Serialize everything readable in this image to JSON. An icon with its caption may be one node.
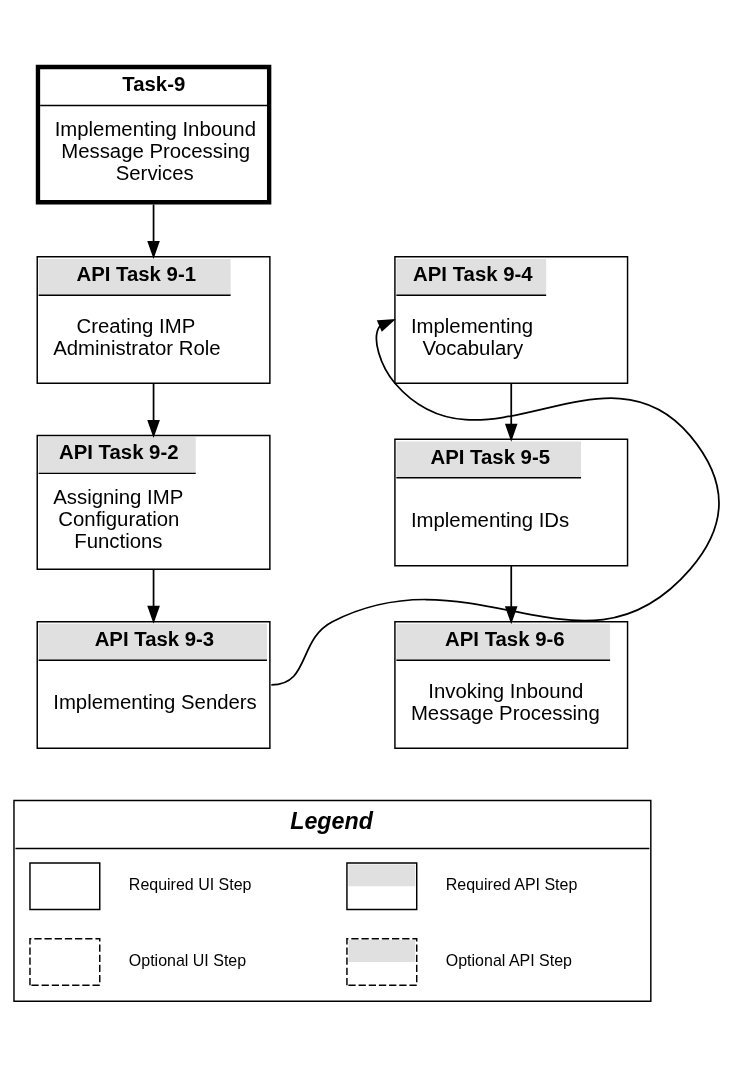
{
  "diagram": {
    "nodes": [
      {
        "text": [
          "Task-9",
          "Implementing Inbound Message Processing Services"
        ]
      },
      {
        "text": [
          "API Task 9-1",
          "Creating IMP Administrator Role"
        ]
      },
      {
        "text": [
          "API Task 9-2",
          "Assigning IMP Configuration Functions"
        ]
      },
      {
        "text": [
          "API Task 9-3",
          "Implementing Senders"
        ]
      },
      {
        "text": [
          "API Task 9-4",
          "Implementing Vocabulary"
        ]
      },
      {
        "text": [
          "API Task 9-5",
          "Implementing IDs"
        ]
      },
      {
        "text": [
          "API Task 9-6",
          "Invoking Inbound Message Processing"
        ]
      }
    ],
    "edges": [
      {
        "from": 0,
        "to": 1,
        "arrow": "to"
      },
      {
        "from": 1,
        "to": 2,
        "arrow": "to"
      },
      {
        "from": 2,
        "to": 3,
        "arrow": "to"
      },
      {
        "from": 3,
        "to": 4,
        "arrow": "to"
      },
      {
        "from": 4,
        "to": 5,
        "arrow": "to"
      },
      {
        "from": 5,
        "to": 6,
        "arrow": "to"
      }
    ],
    "labels": [
      "Legend"
    ],
    "legend": [
      {
        "text": "Required UI Step"
      },
      {
        "text": "Required API Step"
      },
      {
        "text": "Optional UI Step"
      },
      {
        "text": "Optional API Step"
      }
    ]
  }
}
